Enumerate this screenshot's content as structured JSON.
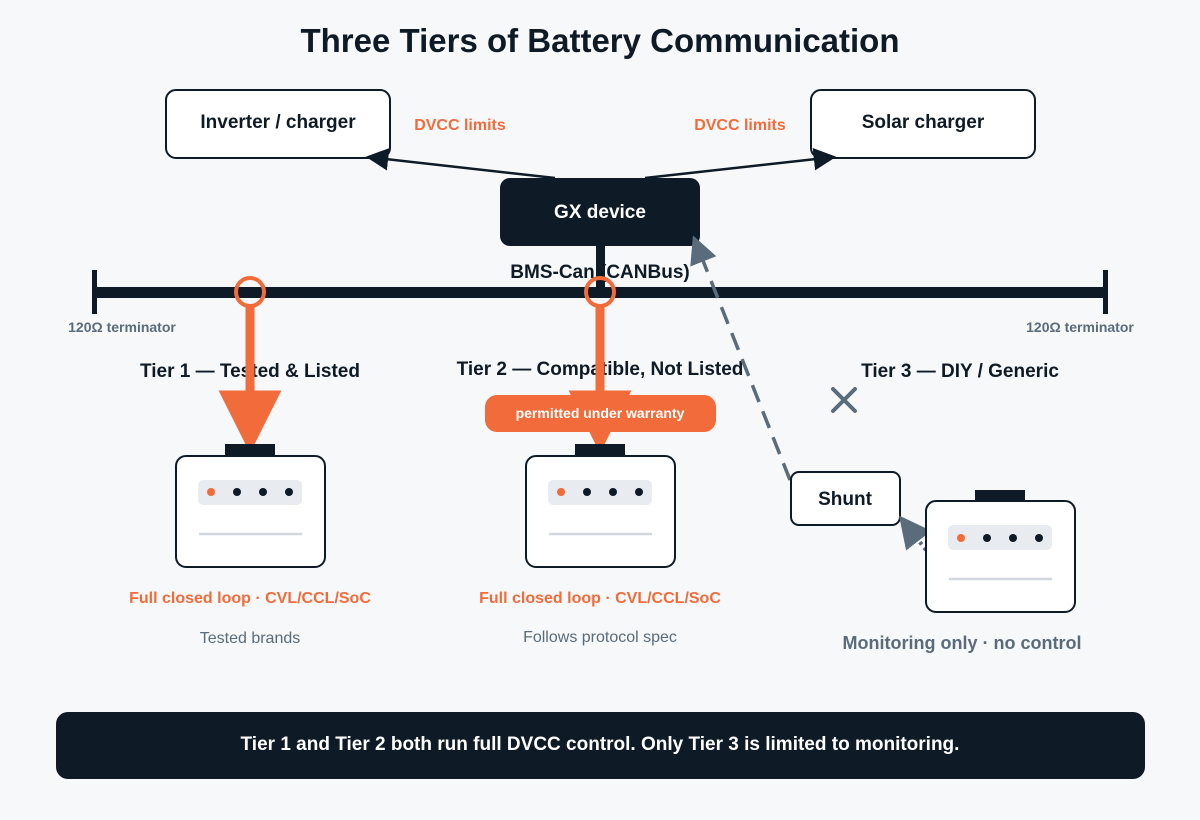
{
  "title": "Three Tiers of Battery Communication",
  "nodes": {
    "inverter": "Inverter / charger",
    "solar": "Solar charger",
    "gx": "GX device",
    "shunt": "Shunt"
  },
  "dvcc_left": "DVCC limits",
  "dvcc_right": "DVCC limits",
  "bus_label": "BMS-Can (CANBus)",
  "terminator_left": "120Ω terminator",
  "terminator_right": "120Ω terminator",
  "tiers": [
    {
      "heading": "Tier 1 — Tested & Listed",
      "capability": "Full closed loop · CVL/CCL/SoC",
      "note": "Tested brands"
    },
    {
      "heading": "Tier 2 — Compatible, Not Listed",
      "badge": "permitted under warranty",
      "capability": "Full closed loop · CVL/CCL/SoC",
      "note": "Follows protocol spec"
    },
    {
      "heading": "Tier 3 — DIY / Generic",
      "capability": "Monitoring only · no control"
    }
  ],
  "footer": "Tier 1 and Tier 2 both run full DVCC control. Only Tier 3 is limited to monitoring.",
  "colors": {
    "navy": "#0e1a26",
    "orange": "#f26b3a",
    "slate": "#5a6b7b",
    "background": "#f6f8fa",
    "panel": "#e8ecf0"
  },
  "icons": {
    "blocked": "x-mark-icon"
  }
}
